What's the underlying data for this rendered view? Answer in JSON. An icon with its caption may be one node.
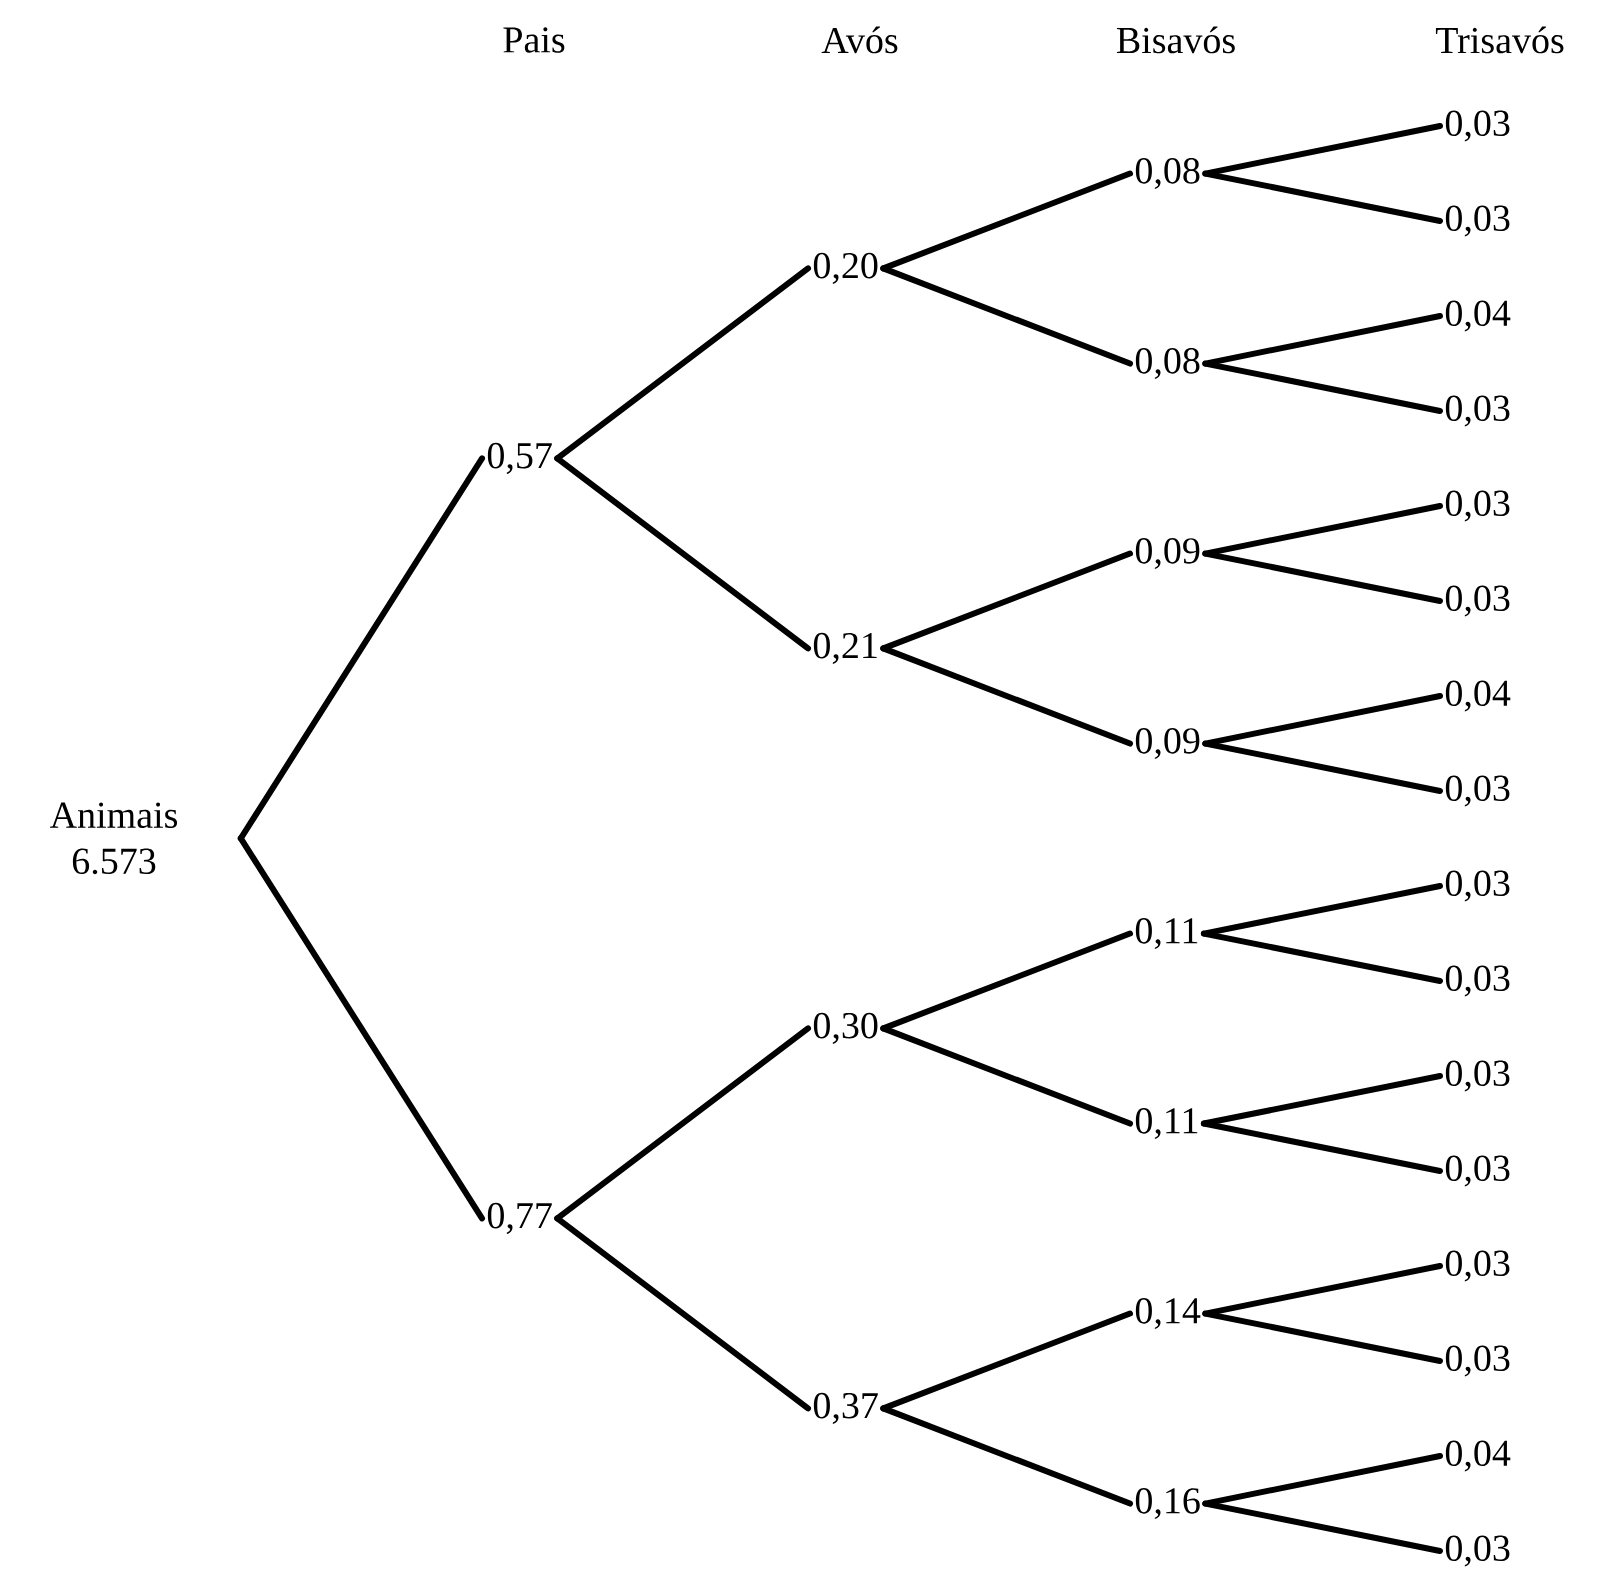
{
  "diagram": {
    "nodes": [
      {
        "text": [
          "Animais",
          "6.573"
        ]
      },
      {
        "text": [
          "0,57"
        ]
      },
      {
        "text": [
          "0,77"
        ]
      },
      {
        "text": [
          "0,20"
        ]
      },
      {
        "text": [
          "0,21"
        ]
      },
      {
        "text": [
          "0,30"
        ]
      },
      {
        "text": [
          "0,37"
        ]
      },
      {
        "text": [
          "0,08"
        ]
      },
      {
        "text": [
          "0,08"
        ]
      },
      {
        "text": [
          "0,09"
        ]
      },
      {
        "text": [
          "0,09"
        ]
      },
      {
        "text": [
          "0,11"
        ]
      },
      {
        "text": [
          "0,11"
        ]
      },
      {
        "text": [
          "0,14"
        ]
      },
      {
        "text": [
          "0,16"
        ]
      },
      {
        "text": [
          "0,03"
        ]
      },
      {
        "text": [
          "0,03"
        ]
      },
      {
        "text": [
          "0,04"
        ]
      },
      {
        "text": [
          "0,03"
        ]
      },
      {
        "text": [
          "0,03"
        ]
      },
      {
        "text": [
          "0,03"
        ]
      },
      {
        "text": [
          "0,04"
        ]
      },
      {
        "text": [
          "0,03"
        ]
      },
      {
        "text": [
          "0,03"
        ]
      },
      {
        "text": [
          "0,03"
        ]
      },
      {
        "text": [
          "0,03"
        ]
      },
      {
        "text": [
          "0,03"
        ]
      },
      {
        "text": [
          "0,03"
        ]
      },
      {
        "text": [
          "0,03"
        ]
      },
      {
        "text": [
          "0,04"
        ]
      },
      {
        "text": [
          "0,03"
        ]
      }
    ],
    "edges": [
      {
        "from": 0,
        "to": 1,
        "arrow": "none"
      },
      {
        "from": 0,
        "to": 2,
        "arrow": "none"
      },
      {
        "from": 1,
        "to": 3,
        "arrow": "none"
      },
      {
        "from": 1,
        "to": 4,
        "arrow": "none"
      },
      {
        "from": 2,
        "to": 5,
        "arrow": "none"
      },
      {
        "from": 2,
        "to": 6,
        "arrow": "none"
      },
      {
        "from": 3,
        "to": 7,
        "arrow": "none"
      },
      {
        "from": 3,
        "to": 8,
        "arrow": "none"
      },
      {
        "from": 4,
        "to": 9,
        "arrow": "none"
      },
      {
        "from": 4,
        "to": 10,
        "arrow": "none"
      },
      {
        "from": 5,
        "to": 11,
        "arrow": "none"
      },
      {
        "from": 5,
        "to": 12,
        "arrow": "none"
      },
      {
        "from": 6,
        "to": 13,
        "arrow": "none"
      },
      {
        "from": 6,
        "to": 14,
        "arrow": "none"
      },
      {
        "from": 7,
        "to": 15,
        "arrow": "none"
      },
      {
        "from": 7,
        "to": 16,
        "arrow": "none"
      },
      {
        "from": 8,
        "to": 17,
        "arrow": "none"
      },
      {
        "from": 8,
        "to": 18,
        "arrow": "none"
      },
      {
        "from": 9,
        "to": 19,
        "arrow": "none"
      },
      {
        "from": 9,
        "to": 20,
        "arrow": "none"
      },
      {
        "from": 10,
        "to": 21,
        "arrow": "none"
      },
      {
        "from": 10,
        "to": 22,
        "arrow": "none"
      },
      {
        "from": 11,
        "to": 23,
        "arrow": "none"
      },
      {
        "from": 11,
        "to": 24,
        "arrow": "none"
      },
      {
        "from": 12,
        "to": 25,
        "arrow": "none"
      },
      {
        "from": 12,
        "to": 26,
        "arrow": "none"
      },
      {
        "from": 13,
        "to": 27,
        "arrow": "none"
      },
      {
        "from": 13,
        "to": 28,
        "arrow": "none"
      },
      {
        "from": 14,
        "to": 29,
        "arrow": "none"
      },
      {
        "from": 14,
        "to": 30,
        "arrow": "none"
      }
    ],
    "labels": [
      "Pais",
      "Avós",
      "Bisavós",
      "Trisavós"
    ]
  }
}
